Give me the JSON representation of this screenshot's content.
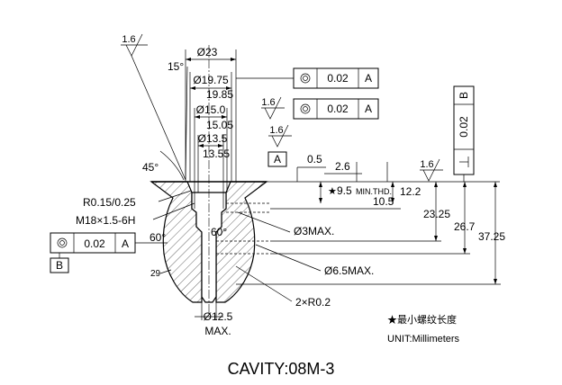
{
  "drawing": {
    "title": "CAVITY:08M-3",
    "units_note": "UNIT:Millimeters",
    "star_note": "★最小螺纹长度"
  },
  "dimensions": {
    "dia_23": "Ø23",
    "dia_19_75": "Ø19.75",
    "val_19_85": "19.85",
    "dia_15_0": "Ø15.0",
    "val_15_05": "15.05",
    "dia_13_5": "Ø13.5",
    "val_13_55": "13.55",
    "angle_15": "15°",
    "angle_45": "45°",
    "angle_60_left": "60°",
    "angle_60_center": "60°",
    "angle_29": "29",
    "radius": "R0.15/0.25",
    "thread": "M18×1.5-6H",
    "dia_3_max": "Ø3MAX.",
    "dia_6_5_max": "Ø6.5MAX.",
    "corner_radius": "2×R0.2",
    "dia_12_5": "Ø12.5",
    "max_label": "MAX.",
    "depth_0_5": "0.5",
    "depth_2_6": "2.6",
    "thread_depth_star": "★",
    "thread_depth_value": "9.5",
    "thread_depth_suffix": "MIN.THD.",
    "depth_12_2": "12.2",
    "depth_10_5": "10.5",
    "depth_23_25": "23.25",
    "depth_26_7": "26.7",
    "depth_37_25": "37.25"
  },
  "surface_finish": {
    "sf_top_left": "1.6",
    "sf_mid": "1.6",
    "sf_datum": "1.6",
    "sf_right": "1.6"
  },
  "tolerance_frames": [
    {
      "symbol": "concentricity-icon",
      "value": "0.02",
      "datum": "A"
    },
    {
      "symbol": "concentricity-icon",
      "value": "0.02",
      "datum": "A"
    },
    {
      "symbol": "concentricity-icon",
      "value": "0.02",
      "datum": "A"
    }
  ],
  "datums": {
    "datum_a": "A",
    "datum_b": "B"
  },
  "perpendicular_frame": {
    "datum": "B",
    "value": "0.02",
    "symbol": "perpendicularity-icon"
  }
}
